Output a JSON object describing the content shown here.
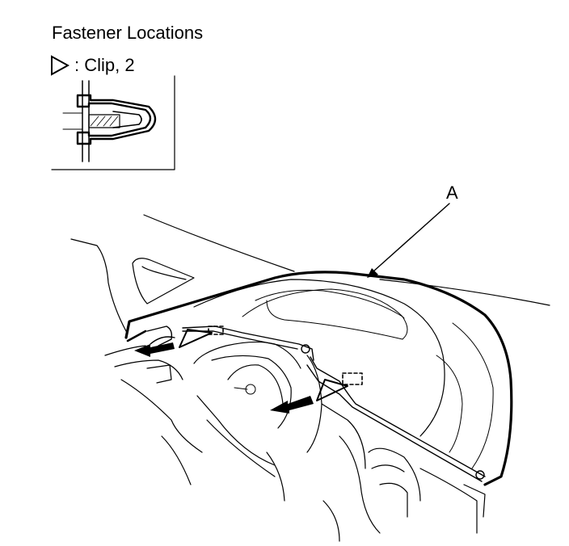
{
  "heading": "Fastener Locations",
  "legend": {
    "symbol": "triangle-outline-icon",
    "text": ": Clip, 2"
  },
  "callout": "A",
  "colors": {
    "line": "#000000",
    "background": "#ffffff"
  }
}
